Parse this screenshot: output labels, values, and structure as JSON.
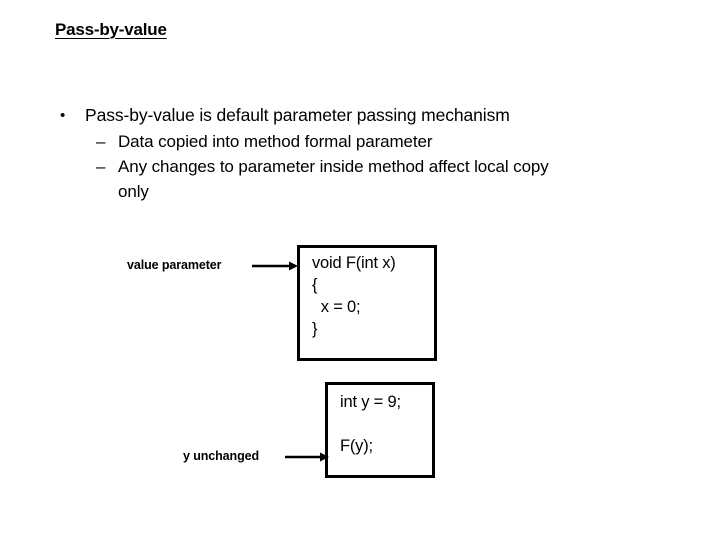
{
  "slide": {
    "title": "Pass-by-value",
    "background_color": "#ffffff",
    "text_color": "#000000"
  },
  "body": {
    "bullets": [
      {
        "marker": "•",
        "text": "Pass-by-value is default parameter passing mechanism",
        "level": 1
      },
      {
        "marker": "–",
        "text": "Data copied into method formal parameter",
        "level": 2
      },
      {
        "marker": "–",
        "text": "Any changes to parameter inside method affect local copy",
        "continuation": "only",
        "level": 2
      }
    ]
  },
  "diagram": {
    "method_box": {
      "lines": [
        "void F(int x)",
        "{",
        "  x = 0;",
        "}"
      ],
      "border_color": "#000000"
    },
    "caller_box": {
      "lines": [
        "int y = 9;",
        "F(y);"
      ],
      "border_color": "#000000"
    },
    "annotations": [
      {
        "label": "value parameter",
        "arrow": "arrow-right",
        "points_to": "method-box"
      },
      {
        "label": "y unchanged",
        "arrow": "arrow-right",
        "points_to": "caller-box"
      }
    ]
  }
}
